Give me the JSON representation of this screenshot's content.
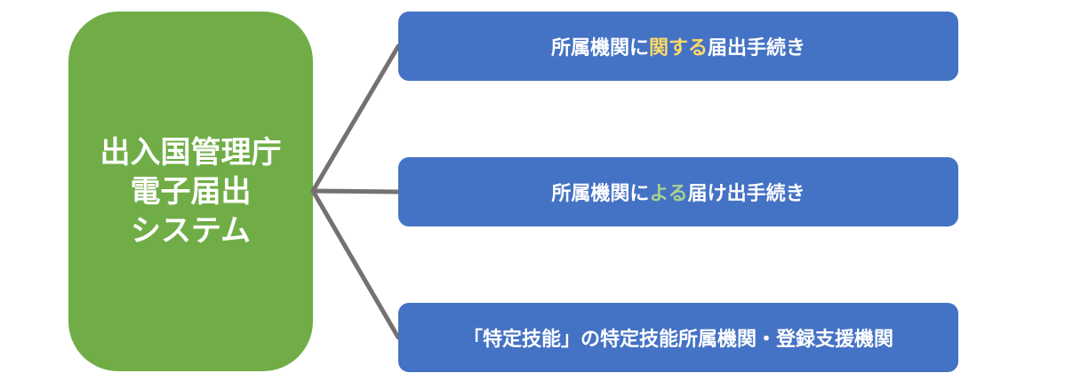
{
  "root": {
    "lines": [
      "出入国管理庁",
      "電子届出",
      "システム"
    ],
    "color": "#70ad47"
  },
  "branches": [
    {
      "before": "所属機関に",
      "highlight": "関する",
      "after": "届出手続き",
      "highlight_color": "#ffd966"
    },
    {
      "before": "所属機関に",
      "highlight": "よる",
      "after": "届け出手続き",
      "highlight_color": "#a9d18e"
    },
    {
      "before": "「特定技能」の特定技能所属機関・登録支援機関",
      "highlight": "",
      "after": "",
      "highlight_color": "#ffffff"
    }
  ],
  "colors": {
    "branch_fill": "#4472c4",
    "connector": "#767171"
  }
}
